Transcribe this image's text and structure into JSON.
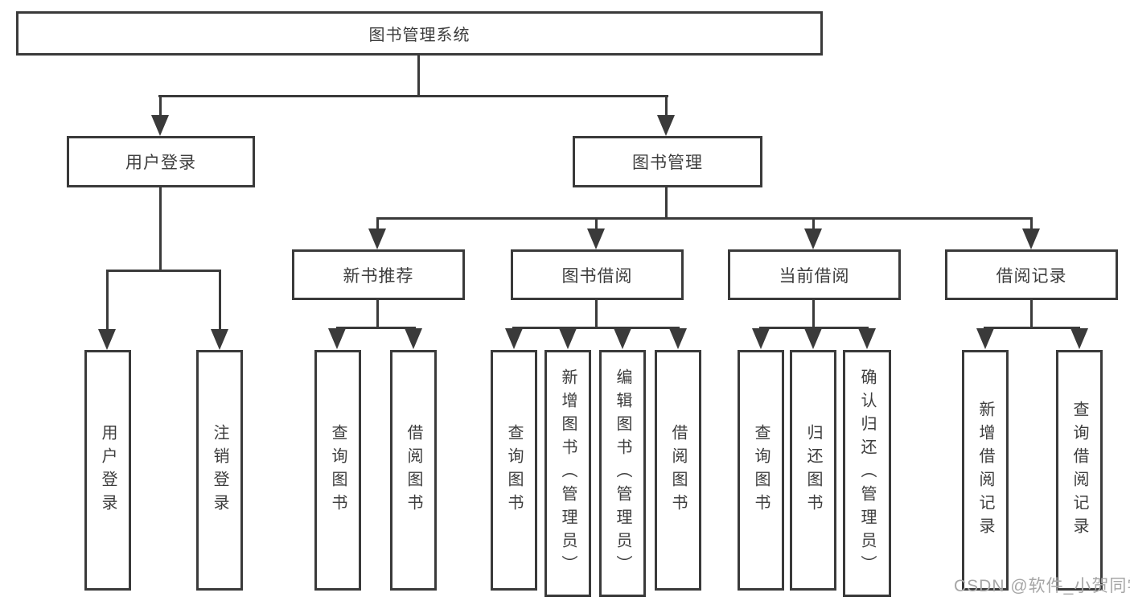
{
  "colors": {
    "line": "#3a3a3a",
    "text": "#3d3d3d",
    "watermark": "#a6a6a6",
    "bg": "#ffffff"
  },
  "nodes": {
    "root": "图书管理系统",
    "user_login": "用户登录",
    "book_mgmt": "图书管理",
    "new_book": "新书推荐",
    "borrowing": "图书借阅",
    "current": "当前借阅",
    "records": "借阅记录"
  },
  "leaves": {
    "user_login": "用户登录",
    "logout": "注销登录",
    "rec_query_books": "查询图书",
    "rec_borrow_books": "借阅图书",
    "bor_query_books": "查询图书",
    "bor_add_books": "新增图书（管理员）",
    "bor_edit_books": "编辑图书（管理员）",
    "bor_borrow_books": "借阅图书",
    "cur_query_books": "查询图书",
    "cur_return_books": "归还图书",
    "cur_confirm_return": "确认归还（管理员）",
    "rc_add_record": "新增借阅记录",
    "rc_query_record": "查询借阅记录"
  },
  "watermark": "CSDN @软件_小贺同学"
}
